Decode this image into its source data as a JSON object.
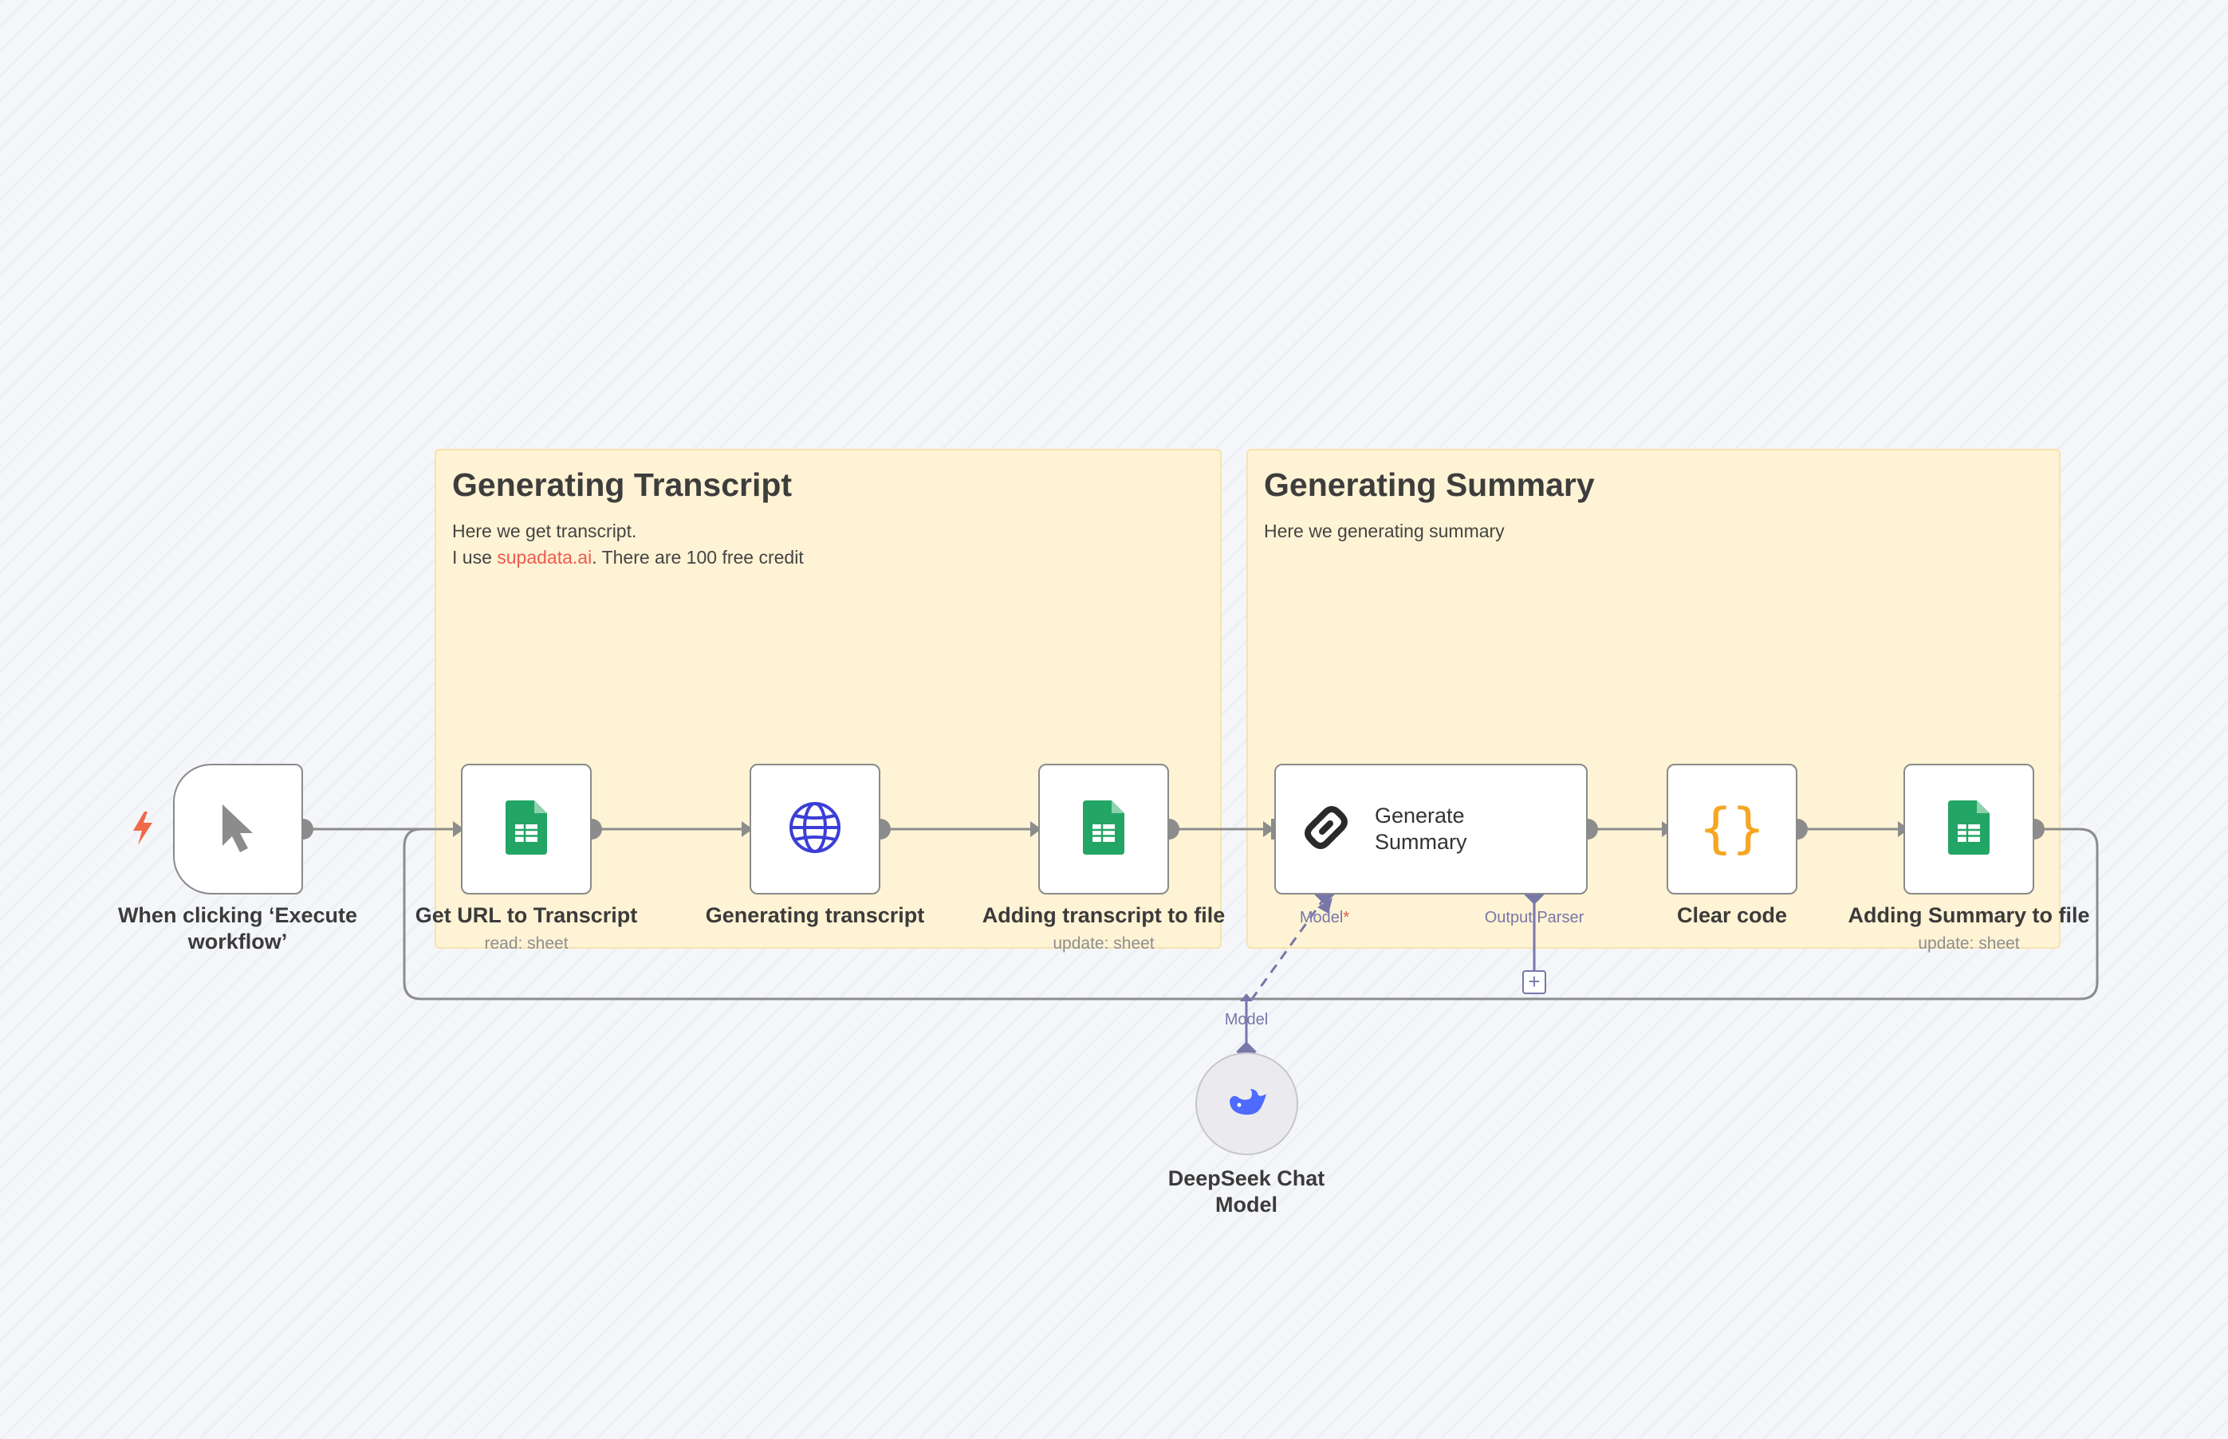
{
  "canvas": {
    "background": "#f4f6f9"
  },
  "stickies": [
    {
      "title": "Generating Transcript",
      "line1": "Here we get transcript.",
      "line2_prefix": "I use ",
      "line2_link": "supadata.ai",
      "line2_suffix": ". There are 100 free credit"
    },
    {
      "title": "Generating Summary",
      "line1": "Here we generating summary"
    }
  ],
  "nodes": {
    "trigger": {
      "label_line1": "When clicking ‘Execute",
      "label_line2": "workflow’",
      "icon": "cursor-icon"
    },
    "get_url": {
      "label": "Get URL to Transcript",
      "subtitle": "read: sheet",
      "icon": "google-sheets-icon"
    },
    "gen_transcript": {
      "label": "Generating transcript",
      "icon": "globe-icon"
    },
    "add_transcript": {
      "label": "Adding transcript to file",
      "subtitle": "update: sheet",
      "icon": "google-sheets-icon"
    },
    "gen_summary": {
      "title_line1": "Generate",
      "title_line2": "Summary",
      "icon": "chain-link-icon"
    },
    "clear_code": {
      "label": "Clear code",
      "icon": "code-braces-icon"
    },
    "add_summary": {
      "label": "Adding Summary to file",
      "subtitle": "update: sheet",
      "icon": "google-sheets-icon"
    },
    "deepseek": {
      "label_line1": "DeepSeek Chat",
      "label_line2": "Model",
      "icon": "deepseek-whale-icon"
    }
  },
  "ports": {
    "model": "Model",
    "model_required": "*",
    "output_parser": "Output Parser",
    "deepseek_model": "Model"
  },
  "colors": {
    "sticky_bg": "#fef3d4",
    "sheets_green": "#23a566",
    "globe_blue": "#3b3ed6",
    "code_orange": "#f5a623",
    "port_purple": "#7777aa",
    "trigger_bolt": "#f06a4a"
  }
}
